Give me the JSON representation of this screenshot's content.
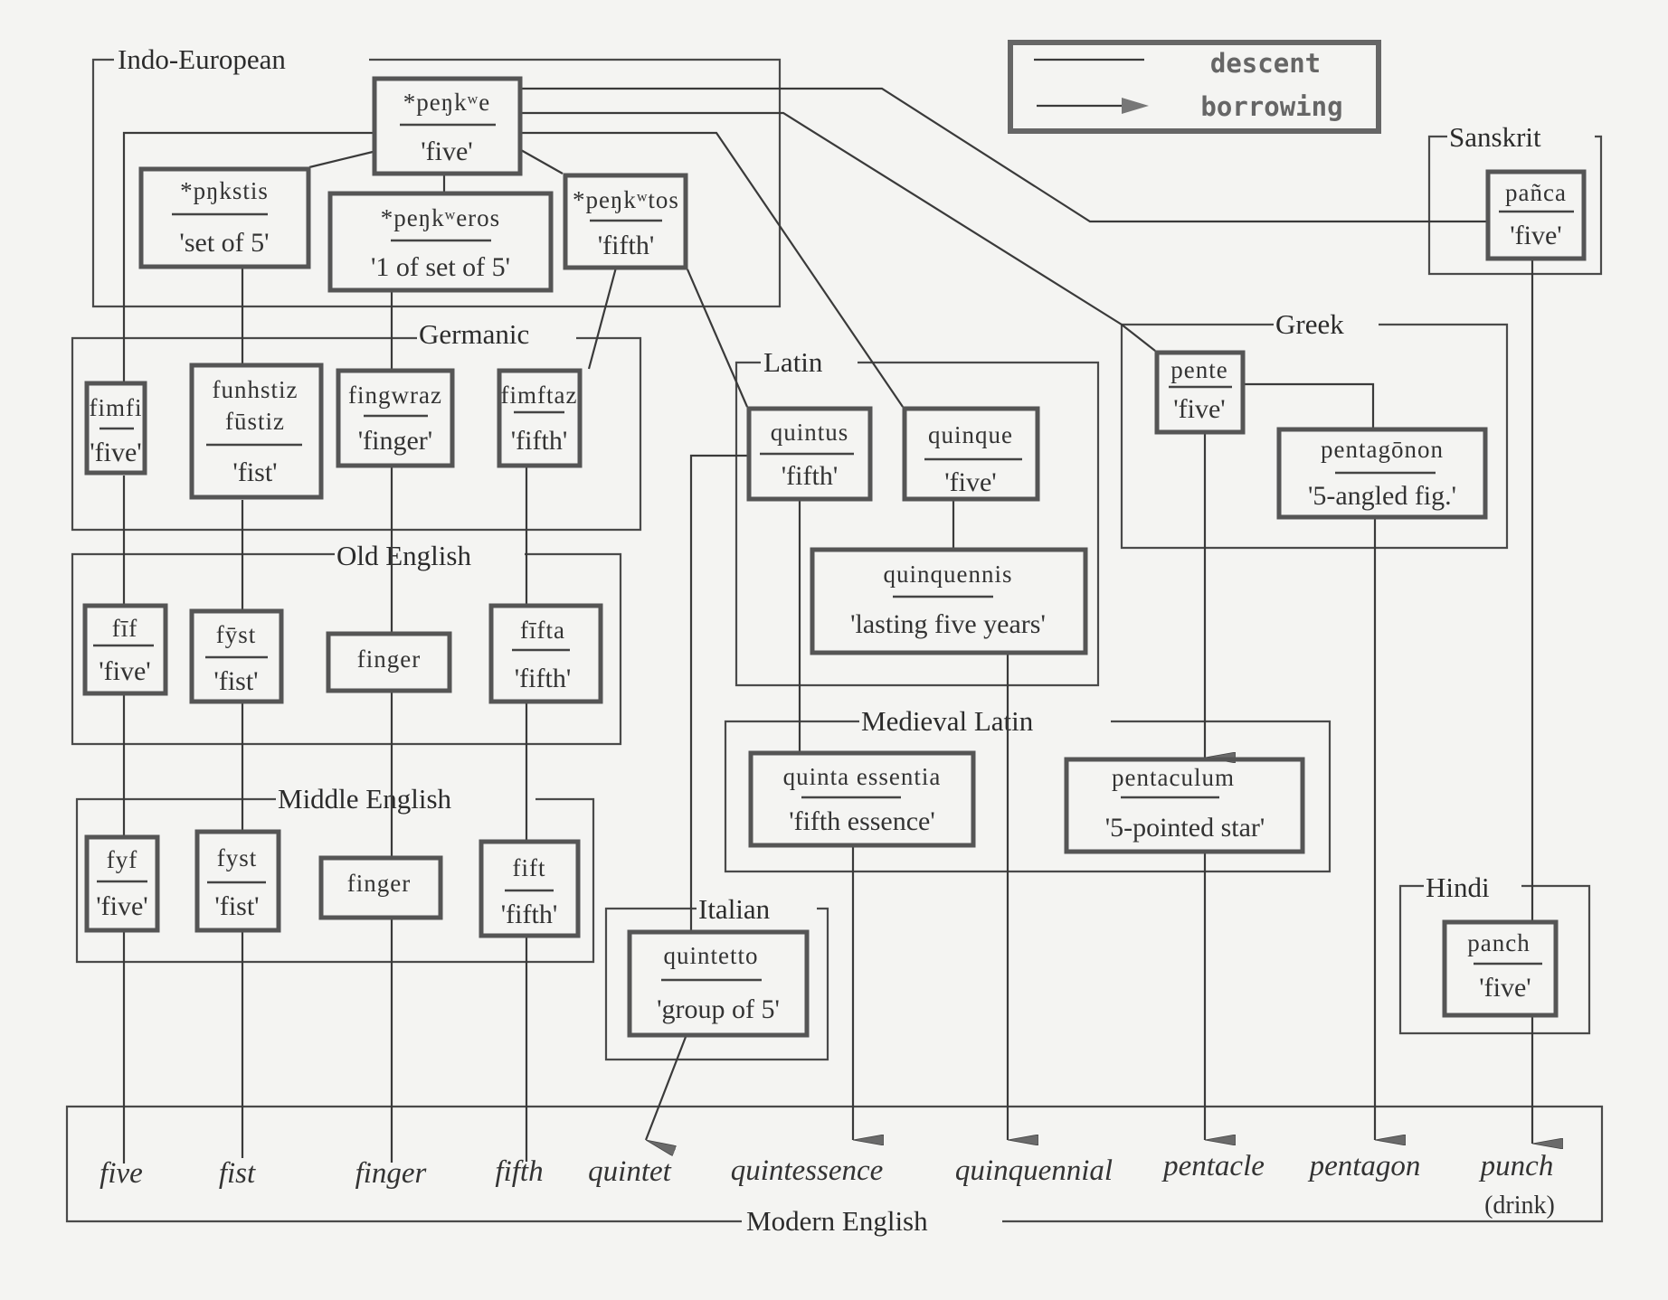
{
  "legend": {
    "descent_label": "descent",
    "borrowing_label": "borrowing"
  },
  "groups": {
    "indo_european": "Indo-European",
    "sanskrit": "Sanskrit",
    "germanic": "Germanic",
    "latin": "Latin",
    "greek": "Greek",
    "old_english": "Old English",
    "medieval_latin": "Medieval Latin",
    "middle_english": "Middle English",
    "italian": "Italian",
    "hindi": "Hindi",
    "modern_english": "Modern English"
  },
  "nodes": {
    "pie_five": {
      "word": "*peŋkʷe",
      "gloss": "'five'"
    },
    "pie_set": {
      "word": "*pŋkstis",
      "gloss": "'set of 5'"
    },
    "pie_one_of_set": {
      "word": "*peŋkʷeros",
      "gloss": "'1 of set of 5'"
    },
    "pie_fifth": {
      "word": "*peŋkʷtos",
      "gloss": "'fifth'"
    },
    "skt_panca": {
      "word": "pañca",
      "gloss": "'five'"
    },
    "gmc_fimfi": {
      "word": "fimfi",
      "gloss": "'five'"
    },
    "gmc_fist": {
      "word": "funhstiz",
      "word2": "fūstiz",
      "gloss": "'fist'"
    },
    "gmc_finger": {
      "word": "fingwraz",
      "gloss": "'finger'"
    },
    "gmc_fifth": {
      "word": "fimftaz",
      "gloss": "'fifth'"
    },
    "lat_quintus": {
      "word": "quintus",
      "gloss": "'fifth'"
    },
    "lat_quinque": {
      "word": "quinque",
      "gloss": "'five'"
    },
    "lat_quinquennis": {
      "word": "quinquennis",
      "gloss": "'lasting five years'"
    },
    "grk_pente": {
      "word": "pente",
      "gloss": "'five'"
    },
    "grk_pentagonon": {
      "word": "pentagōnon",
      "gloss": "'5-angled fig.'"
    },
    "oe_fif": {
      "word": "fīf",
      "gloss": "'five'"
    },
    "oe_fyst": {
      "word": "fȳst",
      "gloss": "'fist'"
    },
    "oe_finger": {
      "word": "finger"
    },
    "oe_fifta": {
      "word": "fīfta",
      "gloss": "'fifth'"
    },
    "ml_quinta": {
      "word": "quinta essentia",
      "gloss": "'fifth essence'"
    },
    "ml_pentaculum": {
      "word": "pentaculum",
      "gloss": "'5-pointed star'"
    },
    "me_fyf": {
      "word": "fyf",
      "gloss": "'five'"
    },
    "me_fyst": {
      "word": "fyst",
      "gloss": "'fist'"
    },
    "me_finger": {
      "word": "finger"
    },
    "me_fift": {
      "word": "fift",
      "gloss": "'fifth'"
    },
    "it_quintetto": {
      "word": "quintetto",
      "gloss": "'group of 5'"
    },
    "hi_panch": {
      "word": "panch",
      "gloss": "'five'"
    }
  },
  "modern_words": [
    {
      "word": "five"
    },
    {
      "word": "fist"
    },
    {
      "word": "finger"
    },
    {
      "word": "fifth"
    },
    {
      "word": "quintet"
    },
    {
      "word": "quintessence"
    },
    {
      "word": "quinquennial"
    },
    {
      "word": "pentacle"
    },
    {
      "word": "pentagon"
    },
    {
      "word": "punch",
      "note": "(drink)"
    }
  ]
}
